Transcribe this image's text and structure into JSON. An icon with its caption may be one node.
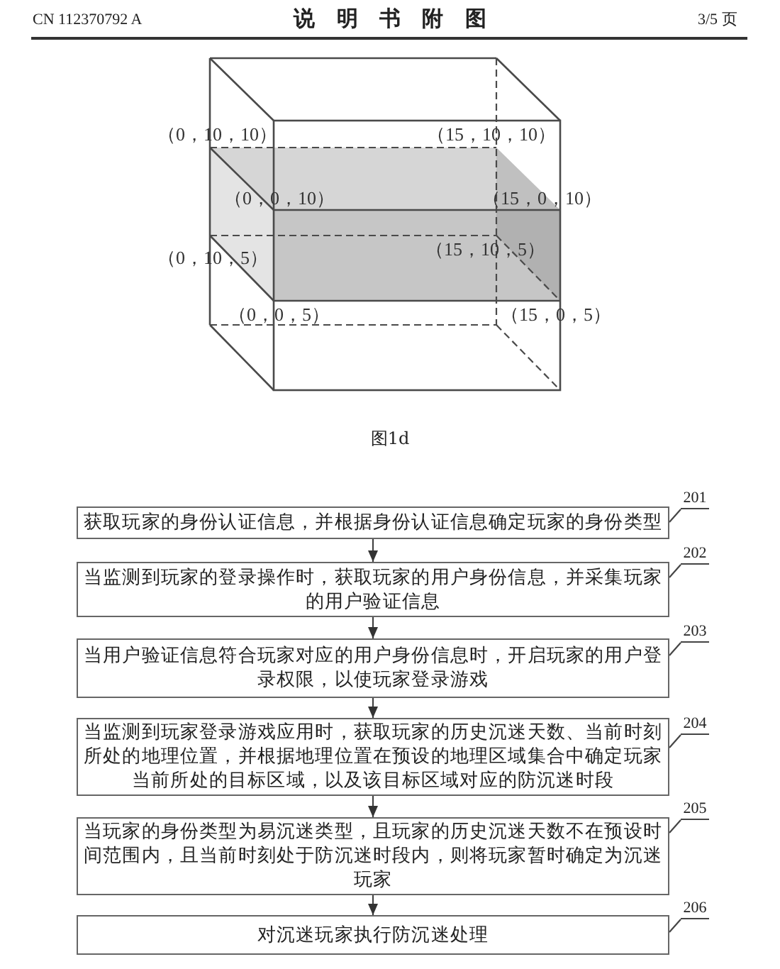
{
  "diagram": {
    "title": "说 明 书 附 图",
    "caption": "图1d",
    "nodes": [
      {
        "text": [
          "获取玩家的身份认证信息，并根据身份认证信息确定玩家的身份类型"
        ]
      },
      {
        "text": [
          "当监测到玩家的登录操作时，获取玩家的用户身份信息，并采集玩家的用户验证信息"
        ]
      },
      {
        "text": [
          "当用户验证信息符合玩家对应的用户身份信息时，开启玩家的用户登录权限，以使玩家登录游戏"
        ]
      },
      {
        "text": [
          "当监测到玩家登录游戏应用时，获取玩家的历史沉迷天数、当前时刻所处的地理位置，并根据地理位置在预设的地理区域集合中确定玩家当前所处的目标区域，以及该目标区域对应的防沉迷时段"
        ]
      },
      {
        "text": [
          "当玩家的身份类型为易沉迷类型，且玩家的历史沉迷天数不在预设时间范围内，且当前时刻处于防沉迷时段内，则将玩家暂时确定为沉迷玩家"
        ]
      },
      {
        "text": [
          "对沉迷玩家执行防沉迷处理"
        ]
      },
      {
        "text": [
          "201"
        ]
      },
      {
        "text": [
          "202"
        ]
      },
      {
        "text": [
          "203"
        ]
      },
      {
        "text": [
          "204"
        ]
      },
      {
        "text": [
          "205"
        ]
      },
      {
        "text": [
          "206"
        ]
      }
    ],
    "edges": [
      {
        "from": 0,
        "to": 1,
        "arrow": "to"
      },
      {
        "from": 1,
        "to": 2,
        "arrow": "to"
      },
      {
        "from": 2,
        "to": 3,
        "arrow": "to"
      },
      {
        "from": 3,
        "to": 4,
        "arrow": "to"
      },
      {
        "from": 4,
        "to": 5,
        "arrow": "to"
      },
      {
        "from": 6,
        "to": 0,
        "arrow": "none"
      },
      {
        "from": 7,
        "to": 1,
        "arrow": "none"
      },
      {
        "from": 8,
        "to": 2,
        "arrow": "none"
      },
      {
        "from": 9,
        "to": 3,
        "arrow": "none"
      },
      {
        "from": 10,
        "to": 4,
        "arrow": "none"
      },
      {
        "from": 11,
        "to": 5,
        "arrow": "none"
      }
    ],
    "labels": [
      "CN 112370792 A",
      "3/5 页",
      "（0，10，10）",
      "（15，10，10）",
      "（0，0，10）",
      "（15，0，10）",
      "（0，10，5）",
      "（15，10，5）",
      "（0，0，5）",
      "（15，0，5）"
    ]
  }
}
